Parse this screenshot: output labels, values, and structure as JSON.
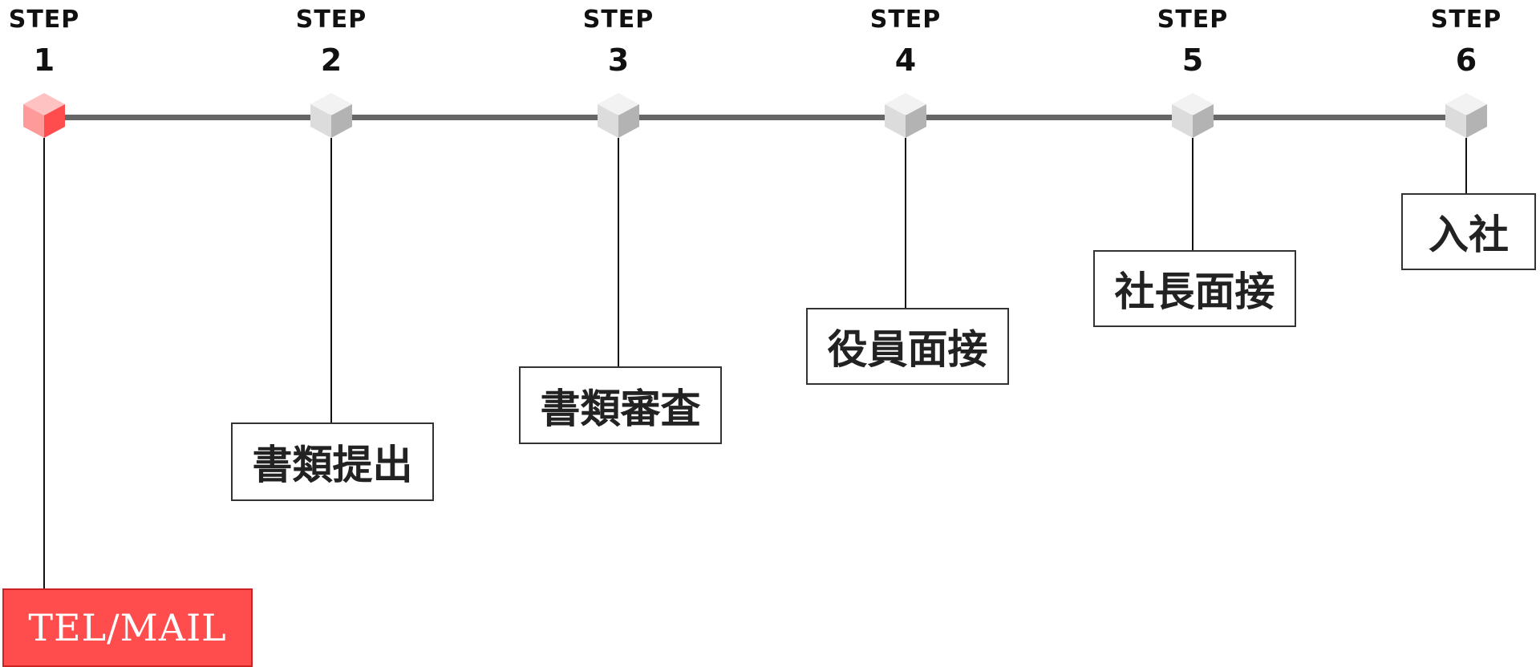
{
  "colors": {
    "line": "#666666",
    "connector": "#111111",
    "active_box": "#ff4c4c",
    "active_cube": "#ff6666",
    "inactive_cube": "#dddddd",
    "box_border": "#333333"
  },
  "steps": [
    {
      "word": "STEP",
      "number": "1",
      "label": "TEL/MAIL",
      "active": true
    },
    {
      "word": "STEP",
      "number": "2",
      "label": "書類提出",
      "active": false
    },
    {
      "word": "STEP",
      "number": "3",
      "label": "書類審査",
      "active": false
    },
    {
      "word": "STEP",
      "number": "4",
      "label": "役員面接",
      "active": false
    },
    {
      "word": "STEP",
      "number": "5",
      "label": "社長面接",
      "active": false
    },
    {
      "word": "STEP",
      "number": "6",
      "label": "入社",
      "active": false
    }
  ]
}
